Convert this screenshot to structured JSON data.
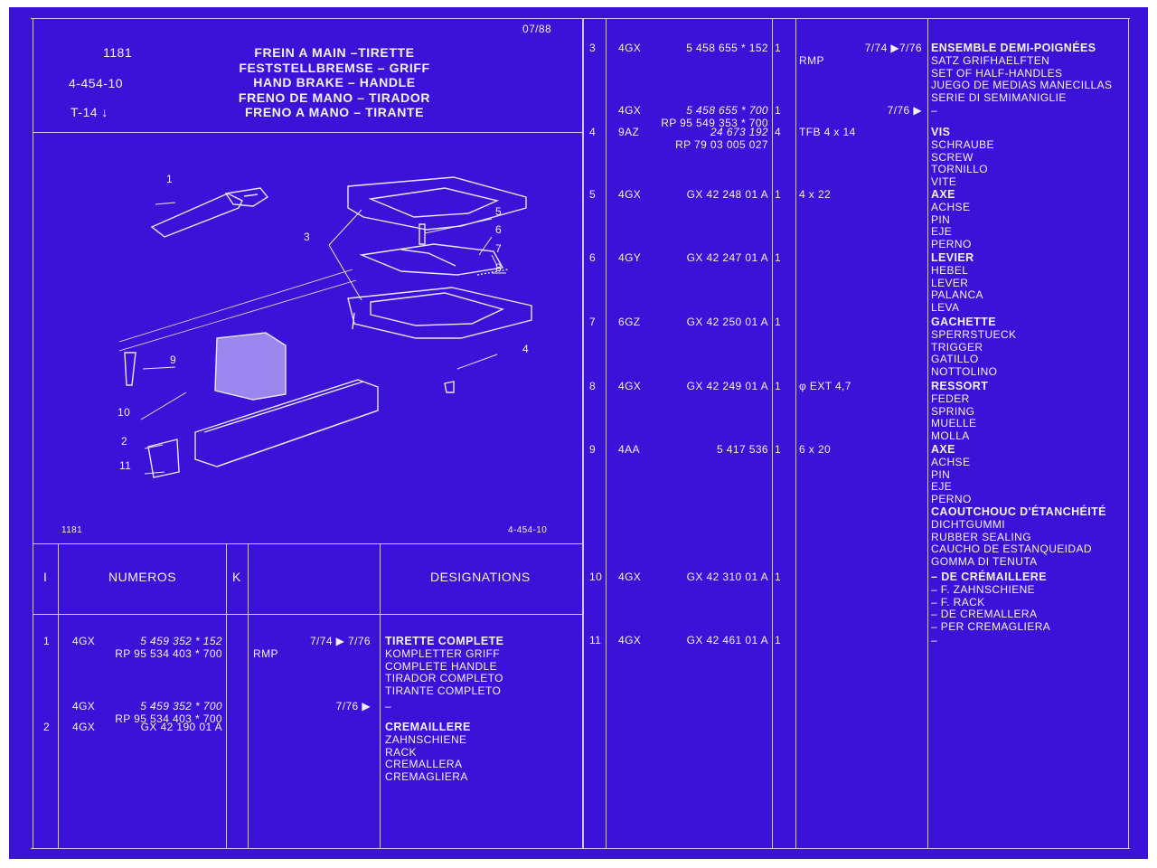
{
  "header": {
    "date": "07/88",
    "code": "1181",
    "ref": "4-454-10",
    "type": "T-14",
    "titles": [
      "FREIN A MAIN –TIRETTE",
      "FESTSTELLBREMSE – GRIFF",
      "HAND BRAKE – HANDLE",
      "FRENO DE MANO – TIRADOR",
      "FRENO A MANO – TIRANTE"
    ]
  },
  "diagram": {
    "footer_left": "1181",
    "footer_right": "4-454-10",
    "callouts": [
      "1",
      "2",
      "3",
      "4",
      "5",
      "6",
      "7",
      "8",
      "9",
      "10",
      "11"
    ]
  },
  "table_header": {
    "col_i": "I",
    "col_numeros": "NUMEROS",
    "col_k": "K",
    "col_designations": "DESIGNATIONS"
  },
  "colors": {
    "background": "#3a12d8",
    "ink": "#f4f2ff",
    "rule": "#cfc8ff"
  },
  "rows": [
    {
      "id": "r1",
      "item": "1",
      "codes": [
        "4GX"
      ],
      "numbers": [
        {
          "text": "5  459  352 * 152",
          "italic": true
        },
        {
          "text": "RP 95  534  403 * 700",
          "italic": false
        }
      ],
      "k": "",
      "note": "RMP",
      "dates": "7/74  ▶  7/76",
      "desig": [
        "TIRETTE COMPLETE",
        "KOMPLETTER GRIFF",
        "COMPLETE HANDLE",
        "TIRADOR COMPLETO",
        "TIRANTE COMPLETO"
      ]
    },
    {
      "id": "r1b",
      "item": "",
      "codes": [
        "4GX"
      ],
      "numbers": [
        {
          "text": "5  459  352 * 700",
          "italic": true
        },
        {
          "text": "RP 95  534  403 * 700",
          "italic": false
        }
      ],
      "k": "",
      "note": "",
      "dates": "7/76  ▶",
      "desig": [
        "–"
      ]
    },
    {
      "id": "r2",
      "item": "2",
      "codes": [
        "4GX"
      ],
      "numbers": [
        {
          "text": "GX  42  190  01 A",
          "italic": false
        }
      ],
      "k": "",
      "note": "",
      "dates": "",
      "desig": [
        "CREMAILLERE",
        "ZAHNSCHIENE",
        "RACK",
        "CREMALLERA",
        "CREMAGLIERA"
      ]
    },
    {
      "id": "r3",
      "item": "3",
      "codes": [
        "4GX"
      ],
      "numbers": [
        {
          "text": "5  458  655 * 152",
          "italic": false
        }
      ],
      "k": "1",
      "note": "RMP",
      "dates": "7/74    ▶7/76",
      "desig": [
        "ENSEMBLE DEMI-POIGNÉES",
        "SATZ GRIFHAELFTEN",
        "SET OF HALF-HANDLES",
        "JUEGO DE MEDIAS MANECILLAS",
        "SERIE DI SEMIMANIGLIE"
      ]
    },
    {
      "id": "r3b",
      "item": "",
      "codes": [
        "4GX"
      ],
      "numbers": [
        {
          "text": "5  458  655 * 700",
          "italic": true
        },
        {
          "text": "RP 95  549  353 * 700",
          "italic": false
        }
      ],
      "k": "1",
      "note": "",
      "dates": "7/76  ▶",
      "desig": [
        "–"
      ]
    },
    {
      "id": "r4",
      "item": "4",
      "codes": [
        "9AZ"
      ],
      "numbers": [
        {
          "text": "24  673  192",
          "italic": true
        },
        {
          "text": "RP 79  03  005  027",
          "italic": false
        }
      ],
      "k": "4",
      "note": "TFB 4 x 14",
      "dates": "",
      "desig": [
        "VIS",
        "SCHRAUBE",
        "SCREW",
        "TORNILLO",
        "VITE"
      ]
    },
    {
      "id": "r5",
      "item": "5",
      "codes": [
        "4GX"
      ],
      "numbers": [
        {
          "text": "GX 42  248  01 A",
          "italic": false
        }
      ],
      "k": "1",
      "note": "4 x 22",
      "dates": "",
      "desig": [
        "AXE",
        "ACHSE",
        "PIN",
        "EJE",
        "PERNO"
      ]
    },
    {
      "id": "r6",
      "item": "6",
      "codes": [
        "4GY"
      ],
      "numbers": [
        {
          "text": "GX 42  247  01 A",
          "italic": false
        }
      ],
      "k": "1",
      "note": "",
      "dates": "",
      "desig": [
        "LEVIER",
        "HEBEL",
        "LEVER",
        "PALANCA",
        "LEVA"
      ]
    },
    {
      "id": "r7",
      "item": "7",
      "codes": [
        "6GZ"
      ],
      "numbers": [
        {
          "text": "GX 42  250  01 A",
          "italic": false
        }
      ],
      "k": "1",
      "note": "",
      "dates": "",
      "desig": [
        "GACHETTE",
        "SPERRSTUECK",
        "TRIGGER",
        "GATILLO",
        "NOTTOLINO"
      ]
    },
    {
      "id": "r8",
      "item": "8",
      "codes": [
        "4GX"
      ],
      "numbers": [
        {
          "text": "GX 42  249  01 A",
          "italic": false
        }
      ],
      "k": "1",
      "note": "φ EXT 4,7",
      "dates": "",
      "desig": [
        "RESSORT",
        "FEDER",
        "SPRING",
        "MUELLE",
        "MOLLA"
      ]
    },
    {
      "id": "r9",
      "item": "9",
      "codes": [
        "4AA"
      ],
      "numbers": [
        {
          "text": "5  417  536",
          "italic": false
        }
      ],
      "k": "1",
      "note": "6 x 20",
      "dates": "",
      "desig": [
        "AXE",
        "ACHSE",
        "PIN",
        "EJE",
        "PERNO",
        "CAOUTCHOUC D'ÉTANCHÉITÉ",
        "DICHTGUMMI",
        "RUBBER SEALING",
        "CAUCHO DE ESTANQUEIDAD",
        "GOMMA DI TENUTA"
      ]
    },
    {
      "id": "r10",
      "item": "10",
      "codes": [
        "4GX"
      ],
      "numbers": [
        {
          "text": "GX 42  310  01 A",
          "italic": false
        }
      ],
      "k": "1",
      "note": "",
      "dates": "",
      "desig": [
        "– DE CRÉMAILLERE",
        "– F. ZAHNSCHIENE",
        "– F. RACK",
        "– DE CREMALLERA",
        "– PER CREMAGLIERA"
      ]
    },
    {
      "id": "r11",
      "item": "11",
      "codes": [
        "4GX"
      ],
      "numbers": [
        {
          "text": "GX 42  461  01 A",
          "italic": false
        }
      ],
      "k": "1",
      "note": "",
      "dates": "",
      "desig": [
        "–"
      ]
    }
  ]
}
